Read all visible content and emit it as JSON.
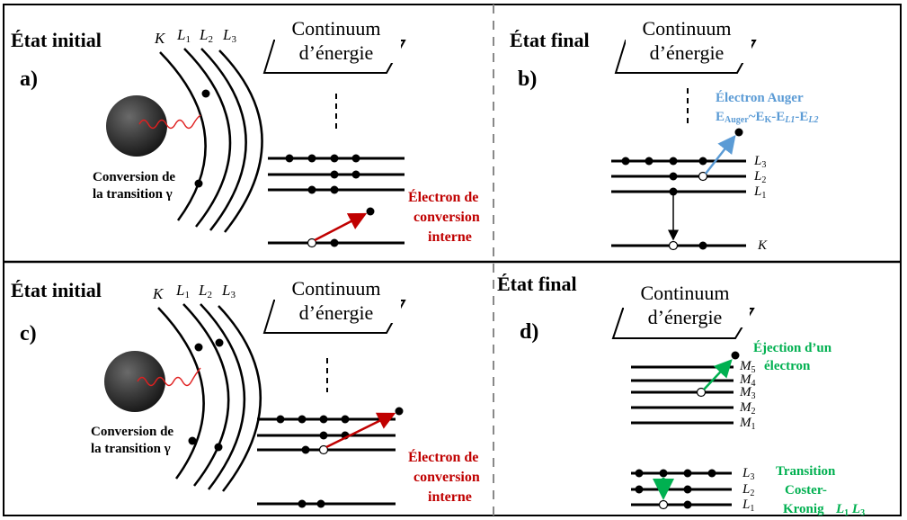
{
  "panels": {
    "a": {
      "state": "État initial",
      "letter": "a)",
      "continuum": [
        "Continuum",
        "d’énergie"
      ],
      "shells": [
        "K",
        "L",
        "L",
        "L"
      ],
      "shell_subs": [
        "",
        "1",
        "2",
        "3"
      ],
      "nucleus_caption": [
        "Conversion de",
        "la transition γ"
      ],
      "electron_label": [
        "Électron de",
        "conversion",
        "interne"
      ]
    },
    "b": {
      "state": "État final",
      "letter": "b)",
      "continuum": [
        "Continuum",
        "d’énergie"
      ],
      "auger_title": "Électron Auger",
      "auger_formula": "EAuger~EK-EL1-EL2",
      "levels": [
        "L3",
        "L2",
        "L1",
        "K"
      ]
    },
    "c": {
      "state": "État initial",
      "letter": "c)",
      "continuum": [
        "Continuum",
        "d’énergie"
      ],
      "shells": [
        "K",
        "L",
        "L",
        "L"
      ],
      "shell_subs": [
        "",
        "1",
        "2",
        "3"
      ],
      "nucleus_caption": [
        "Conversion de",
        "la transition γ"
      ],
      "electron_label": [
        "Électron de",
        "conversion",
        "interne"
      ]
    },
    "d": {
      "state": "État final",
      "letter": "d)",
      "continuum": [
        "Continuum",
        "d’énergie"
      ],
      "ejection_label": [
        "Éjection d’un",
        "électron"
      ],
      "m_levels": [
        "M5",
        "M4",
        "M3",
        "M2",
        "M1"
      ],
      "l_levels": [
        "L3",
        "L2",
        "L1"
      ],
      "coster_label": [
        "Transition",
        "Coster-",
        "Kronig"
      ],
      "coster_levels": "L1L3"
    }
  },
  "colors": {
    "conversion_arrow": "#c00000",
    "auger_arrow": "#5b9bd5",
    "coster_arrow": "#00b050",
    "gamma_wave": "#e02020",
    "nucleus": "#3a3a3a"
  }
}
